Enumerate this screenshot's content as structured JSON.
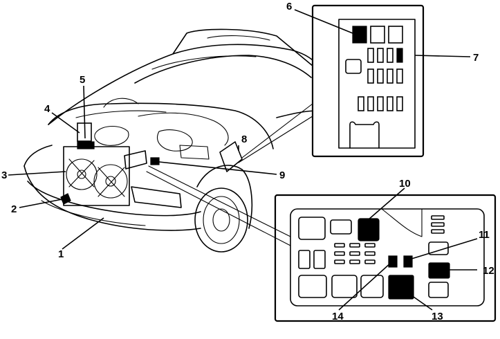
{
  "callouts": {
    "c1": "1",
    "c2": "2",
    "c3": "3",
    "c4": "4",
    "c5": "5",
    "c6": "6",
    "c7": "7",
    "c8": "8",
    "c9": "9",
    "c10": "10",
    "c11": "11",
    "c12": "12",
    "c13": "13",
    "c14": "14"
  },
  "colors": {
    "ink": "#000000",
    "paper": "#ffffff"
  },
  "icons": [
    "car-front-illustration",
    "relay-box-upper",
    "relay-box-lower"
  ]
}
